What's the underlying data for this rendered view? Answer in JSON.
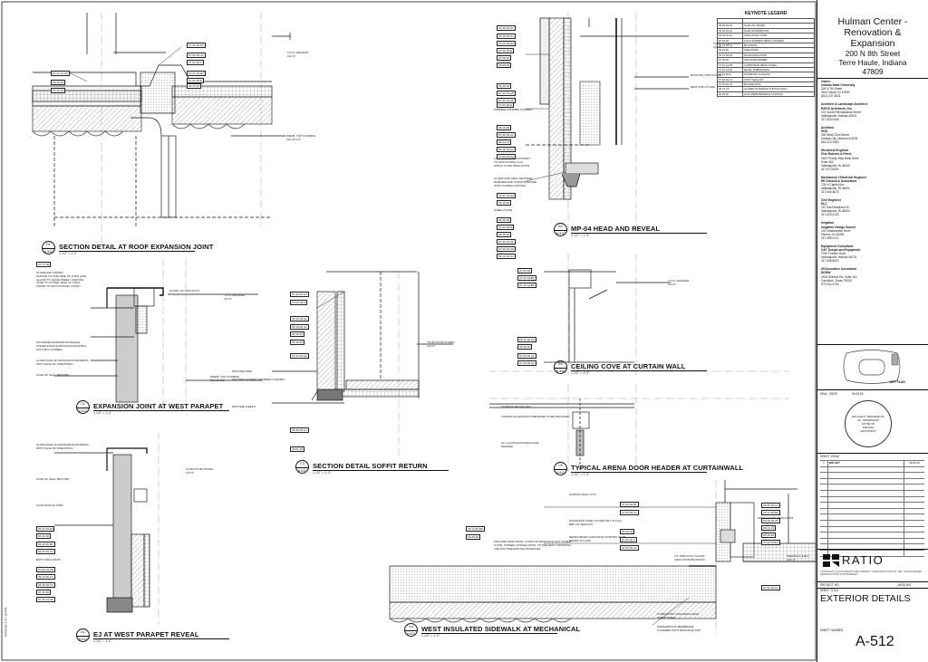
{
  "keynote_legend": {
    "title": "KEYNOTE LEGEND",
    "rows": [
      [
        "",
        ""
      ],
      [
        "03 30 00.A4",
        "SLAB ON GRADE"
      ],
      [
        "03 30 00.A5",
        "SLAB WATERPROOF"
      ],
      [
        "03 52 00.A1",
        "INSULATION JOINT"
      ],
      [
        "05 40 00",
        "COLD-FORMED METAL FRAMING"
      ],
      [
        "06 10 00.C1",
        "BLOCKING"
      ],
      [
        "06 16 00",
        "SHEATHING"
      ],
      [
        "07 21 00.D2",
        "RIGID INSULATION"
      ],
      [
        "07 26 00",
        "VAPOR RETARDER"
      ],
      [
        "07 42 13.A5",
        "COMPOSITE METAL PANEL"
      ],
      [
        "07 42 13.A6",
        "METAL SUBFRAMING"
      ],
      [
        "07 62 00.E",
        "EXTERIOR FLASHING"
      ],
      [
        "07 92 00.A1",
        "JOINT SEALANT"
      ],
      [
        "07 92 00.C2",
        "BACKER ROD"
      ],
      [
        "08 44 13",
        "GLAZED ALUMINUM CURTAIN WALL"
      ],
      [
        "09 96 00",
        "HIGH PERFORMANCE COATING"
      ]
    ]
  },
  "titleblock": {
    "project_lines": [
      "Hulman Center -",
      "Renovation &",
      "Expansion",
      "200 N 8th Street",
      "Terre Haute, Indiana",
      "47809"
    ],
    "owner_heading": "Owner",
    "owner": [
      "Indiana State University",
      "200 N 7th Street",
      "Terre Haute, IN 47809",
      "(812) 237-8311"
    ],
    "architect_lead_heading": "Architect & Landscape Architect",
    "architect_lead": [
      "RATIO Architects, Inc.",
      "101 South Pennsylvania Street",
      "Indianapolis, Indiana 46204",
      "317.633.4040"
    ],
    "architect_heading": "Architect",
    "architect": [
      "HOK",
      "300 West 22nd Street",
      "Kansas City, Missouri 64108",
      "816.472.3360"
    ],
    "structural_heading": "Structural Engineer",
    "structural": [
      "Fink Roberts & Petrie",
      "9449 Priority Way West Drive",
      "Suite 300",
      "Indianapolis, IN 46240",
      "317.872.8400"
    ],
    "mep_heading": "Mechanical / Electrical Engineer",
    "mep": [
      "RE Dimond & Associates",
      "733 N Capitol Ave",
      "Indianapolis, IN 46204",
      "317.634.4672"
    ],
    "civil_heading": "Civil Engineer",
    "civil": [
      "DLZ",
      "157 East Maryland St",
      "Indianapolis, IN 46204",
      "317.633.4120"
    ],
    "irrigation_heading": "Irrigation",
    "irrigation": [
      "Irrigation Design Source",
      "118 Shadowlawn Drive",
      "Fishers, IN 46038",
      "317.595.0147"
    ],
    "equipment_heading": "Equipment Consultant",
    "equipment": [
      "C&T Design and Equipment",
      "2750 Fortune Drive",
      "Indianapolis, Indiana 46278",
      "317.898.9602"
    ],
    "av_heading": "AV/Acoustics Consultant",
    "av": [
      "WJHW",
      "2425 Wilcrest Rd, Suite 124",
      "Carrollton, Texas 75006",
      "972.934.3700"
    ],
    "key_plan_label": "KEY PLAN",
    "seal_label": "SEAL / DATE",
    "seal_date": "04.05.18",
    "stamp": [
      "WILLIAM A. BROWNE JR.",
      "No. AR00034134",
      "STATE OF",
      "INDIANA",
      "ARCHITECT"
    ],
    "sheet_issue_label": "SHEET ISSUE",
    "sheet_issue": [
      {
        "n": "1",
        "desc": "BID SET",
        "date": "08.08.18"
      }
    ],
    "firm_logo": "RATIO",
    "copyright": "COPYRIGHT (C) DOCUMENTS ARE SUBJECT TO RESTRICTIONS OF USE. UNAUTHORIZED REPRODUCTION IS PROHIBITED.",
    "project_no_label": "PROJECT NO.",
    "project_no": "16028.000",
    "sheet_title_label": "SHEET TITLE",
    "sheet_title": "EXTERIOR DETAILS",
    "sheet_number_label": "SHEET NUMBER",
    "sheet_number": "A-512"
  },
  "details": [
    {
      "num": "D1",
      "ref": "A-512",
      "title": "SECTION DETAIL AT ROOF EXPANSION JOINT",
      "scale": "1 1/2\" = 1'-0\""
    },
    {
      "num": "B2",
      "ref": "A-512",
      "title": "MP-04 HEAD AND REVEAL",
      "scale": "1 1/2\" = 1'-0\""
    },
    {
      "num": "C1",
      "ref": "A-512",
      "title": "EXPANSION JOINT AT WEST PARAPET",
      "scale": "1 1/2\" = 1'-0\""
    },
    {
      "num": "C3",
      "ref": "A-512",
      "title": "SECTION DETAIL SOFFIT RETURN",
      "scale": "1 1/2\" = 1'-0\""
    },
    {
      "num": "B5",
      "ref": "A-512",
      "title": "CEILING COVE AT CURTAIN WALL",
      "scale": "1 1/2\" = 1'-0\""
    },
    {
      "num": "C5",
      "ref": "A-512",
      "title": "TYPICAL ARENA DOOR HEADER AT CURTAINWALL",
      "scale": "1 1/2\" = 1'-0\""
    },
    {
      "num": "A1",
      "ref": "A-512",
      "title": "EJ AT WEST PARAPET REVEAL",
      "scale": "1 1/2\" = 1'-0\""
    },
    {
      "num": "A4",
      "ref": "A-512",
      "title": "WEST INSULATED SIDEWALK AT MECHANICAL",
      "scale": "1 1/2\" = 1'-0\""
    }
  ],
  "annotations": {
    "tos_parapet": "T.O.S. PARAPET",
    "tos_parapet_a": "T.O.S. PARAPET\n112'-0\"",
    "prefab_top_curb": "PRE/B. TOP CURBING\n116'-06 1/2\"",
    "bottom_chord": "TO BOTTOM CHORD\n112'-0\"",
    "existing_structure": "EXISTING STRUCTURE",
    "new_structure": "NEW STRUCTURE",
    "roof_slope": "SLOPE 1/4\" PER FOOT",
    "aluminum_coping": "ALUMINUM COPING\nFASTEN TO ONE SIDE OF JOINT AND\nALLOW TO SLIDE FREELY ACROSS\nJOINT TO OTHER SIDE OF JOINT,\nFINISH TO MATCH PANEL FINISH",
    "upturned_baffle": "UPTURNED EXPANSION BAFFLE\nUNDER FOAM EXPANSION MATERIAL,\nFACTORY FORMED",
    "align_face": "ALIGN FACE OF EXPANSION MATERIAL\nWITH FACE OF SHEATHING",
    "face_wall_beyond": "FACE OF WALL BEYOND",
    "provide_drip": "PROVIDE DRIP",
    "factory_corners": "FACTORY FORMED MITERED CORNER",
    "provide_weeps": "PROVIDE WEEPS",
    "formed_corner": "FORMED MITERED CORNER",
    "spray_foam": "1/4\" x 1\" ALUMINUM FINISH\nTO MATCH WALL-LUX\nSPRAY FOAM INSULATION",
    "clamp_seal": "CLAMP AND SEAL WEATHER\nBARRIER AND VAPOR BARRIER\nINTO GLAZING POCKET",
    "steel_plate": "STEEL PLATE",
    "schedule_ceiling": "SCHEDULED CEILING",
    "curtainwall_rough": "CURTAIN ALUMINUM SUBFRAME TO BE PROVIDED",
    "all_glass": "ALL GLASS ENTRANCE AND\nHEADER",
    "curtain_wall": "CURTAIN WALL SYS",
    "stainless": "STAINLESS STEEL COVER SET IN FULL\nBED OF SEALANT",
    "reinforced_slab": "REINFORCED CONCRETE TOPPING SLAB\nREFER TO CIVIL",
    "spray_foam_ins": "SPRAY FOAM INSULATION",
    "composite_deck": "COMPOSITE CONCRETE DECK\nSTRUCTURAL",
    "waterproof_membrane": "WATERPROOF MEMBRANE\nCOVERED WITH DRAINAGE MAT",
    "drainage_layer": "PROVIDE ADDITIONAL LAYER OF DRAINAGE MAT UNDER\nCURB, TURNED UPSIDE DOWN, TO PREVENT CRUSHING\nTHE MAT PREVENTING DRAINAGE",
    "continuous_shim": "CONTINUOUS SHIM",
    "batt_insulation": "BATT INSULATION",
    "align_face_2": "ALIGN FACE OF EXPANSION MATERIAL\nWITH FACE OF SHEATHING",
    "face_wall_beyond_2": "FACE OF WALL BEYOND",
    "sidewalk_slope": "1/4\" PER FOOT SLOPE\nAWAY FROM BUILDING",
    "sidewalk_elev": "SIDEWALK ELEV\n120'-0\""
  },
  "tags_d1": [
    "07 21 00.D1",
    "07 92 00.A1",
    "07 62 00.C",
    "07 62 00.E",
    "07 42 13.A5",
    "05 40 00",
    "07 26 00",
    "07 21 00.D2",
    "06 16 00"
  ],
  "tags_b2": [
    "03 40 00.A1",
    "06 10 00.C1",
    "07 21 00.D2",
    "07 62 00.E",
    "07 26 00",
    "09 96 00",
    "05 40 00",
    "07 42 13.A5",
    "07 42 13.A6",
    "06 16 00",
    "07 92 00.A1",
    "08 44 13",
    "06 10 00.C1",
    "07 92 00.C2",
    "07 21 00.D2",
    "06 16 00",
    "05 40 00",
    "07 62 00.E",
    "05 40 00",
    "07 42 13.A5",
    "07 42 13.A6",
    "06 10 00.C1",
    "07 62 00.E"
  ],
  "tags_c1": [
    "07 71 00"
  ],
  "tags_c3": [
    "07 42 13.A4",
    "07 62 00.C",
    "06 16 00.A1",
    "06 16 00.A1",
    "05 40 00",
    "05 40 00",
    "07 92 00.A1",
    "06 40 00.C1",
    "09 51 00"
  ],
  "tags_b5": [
    "07 91 00",
    "07 42 13.B5",
    "07 42 13.B5",
    "09 51 00.A3",
    "05 40 00",
    "07 92 00.A1",
    "07 92 00.A1"
  ],
  "tags_a1": [
    "06 11 00.E3",
    "06 46 00",
    "06 16 00.B1",
    "06 15 00.C1",
    "07 62 13.A5",
    "06 10 00.C1",
    "06 16 00.C1",
    "07 26 00",
    "07 42 13.A5"
  ],
  "tags_a4": [
    "03 13 00.B2",
    "03 46 00",
    "07 92 00.B1",
    "07 92 00.C1",
    "05 40 00",
    "07 62 00.C",
    "07 92 00.A1",
    "03 30 00.A4",
    "03 13 00.B2",
    "03 30 00.A5",
    "08 44 13",
    "05 40 00",
    "07 92 00.E1",
    "07 92 00.C1"
  ],
  "sheet_rotated_label": "8/4/2018 3:37:18 PM"
}
